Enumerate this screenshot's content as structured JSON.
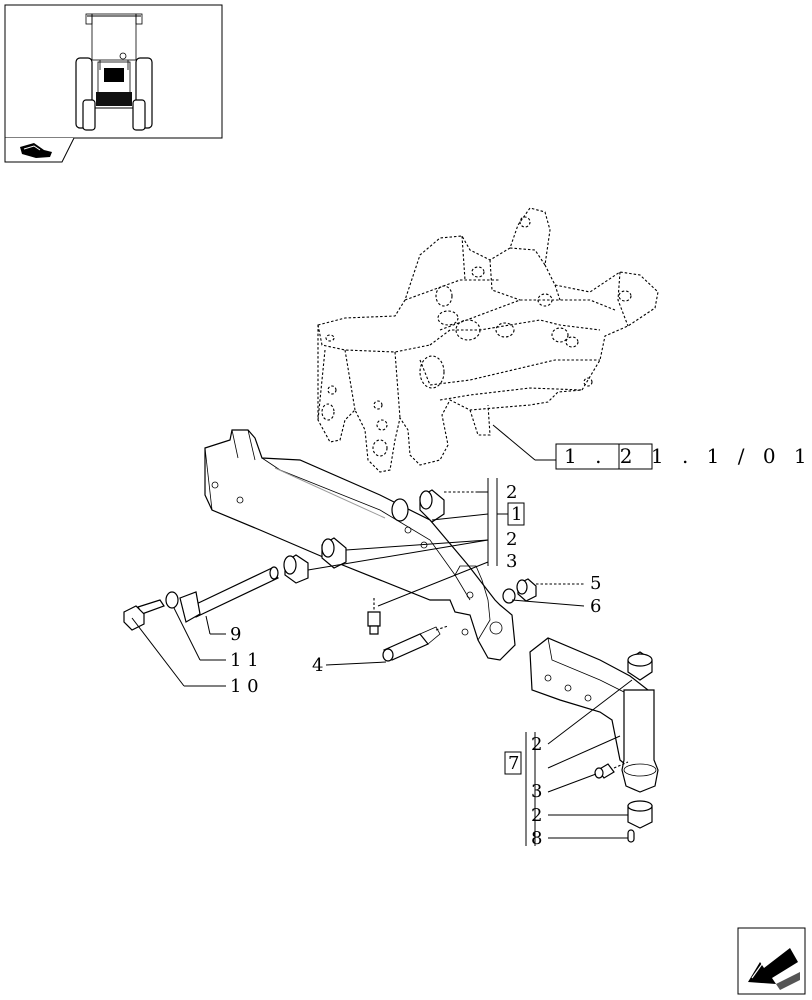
{
  "reference": {
    "label": "1 . 2 1 . 1 / 0 1"
  },
  "callouts": {
    "c2a": "2",
    "c1": "1",
    "c2b": "2",
    "c3a": "3",
    "c5": "5",
    "c6": "6",
    "c9": "9",
    "c11": "1 1",
    "c10": "1 0",
    "c4": "4",
    "c2c": "2",
    "c7": "7",
    "c3b": "3",
    "c2d": "2",
    "c8": "8"
  },
  "icons": {
    "thumbnail": "tractor-front-view-icon",
    "section": "hand-pointer-icon",
    "nav": "next-page-arrow-icon"
  }
}
